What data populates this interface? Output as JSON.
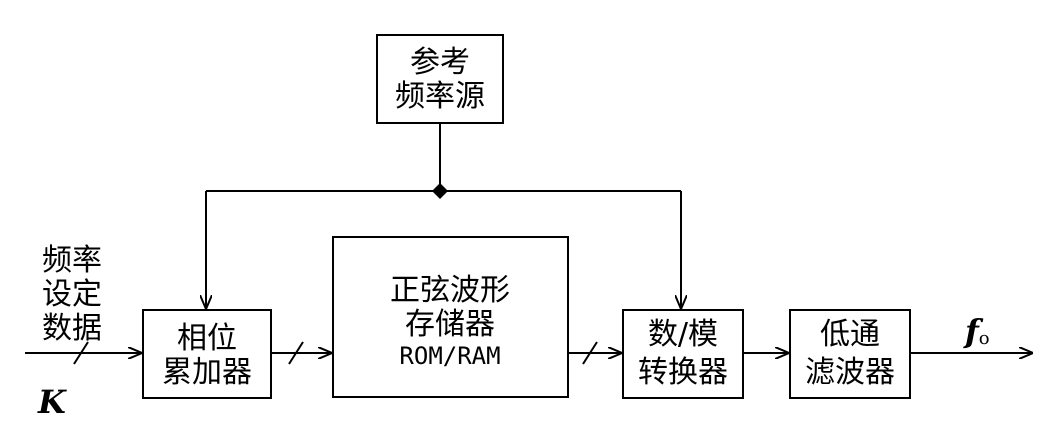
{
  "blocks": {
    "reference": {
      "line1": "参考",
      "line2": "频率源"
    },
    "accumulator": {
      "line1": "相位",
      "line2": "累加器"
    },
    "memory": {
      "line1": "正弦波形",
      "line2": "存储器",
      "line3": "ROM/RAM"
    },
    "dac": {
      "line1": "数/模",
      "line2": "转换器"
    },
    "filter": {
      "line1": "低通",
      "line2": "滤波器"
    }
  },
  "input": {
    "line1": "频率",
    "line2": "设定",
    "line3": "数据",
    "symbol": "K"
  },
  "output": {
    "symbol": "f",
    "subscript": "o"
  }
}
